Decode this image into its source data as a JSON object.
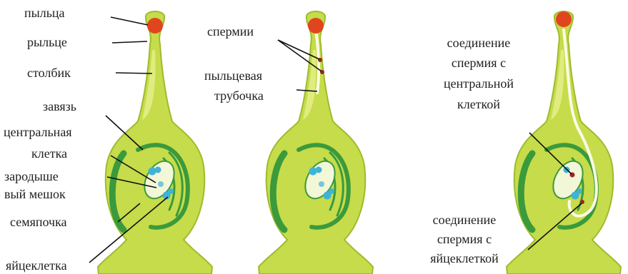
{
  "diagram": {
    "colors": {
      "pistil_fill": "#c6dc4a",
      "pistil_light": "#e6f08c",
      "pistil_outline": "#9dbb2e",
      "green_band": "#3a9a3c",
      "embryo_sac": "#f2f7d8",
      "pollen": "#e0451f",
      "cell_blue": "#3fb3d6",
      "tube": "#fbfbe6",
      "sperm": "#9b2525",
      "leader": "#111111"
    },
    "panel1": {
      "pollen": "пыльца",
      "stigma": "рыльце",
      "style": "столбик",
      "ovary": "завязь",
      "central_cell_line1": "центральная",
      "central_cell_line2": "клетка",
      "embryo_sac_line1": "зародыше",
      "embryo_sac_line2": "вый мешок",
      "ovule": "семяпочка",
      "egg_cell": "яйцеклетка"
    },
    "panel2": {
      "sperms": "спермии",
      "pollen_tube_line1": "пыльцевая",
      "pollen_tube_line2": "трубочка"
    },
    "panel3": {
      "fusion_central_lines": [
        "соединение",
        "спермия с",
        "центральной",
        "клеткой"
      ],
      "fusion_egg_lines": [
        "соединение",
        "спермия с",
        "яйцеклеткой"
      ]
    }
  }
}
